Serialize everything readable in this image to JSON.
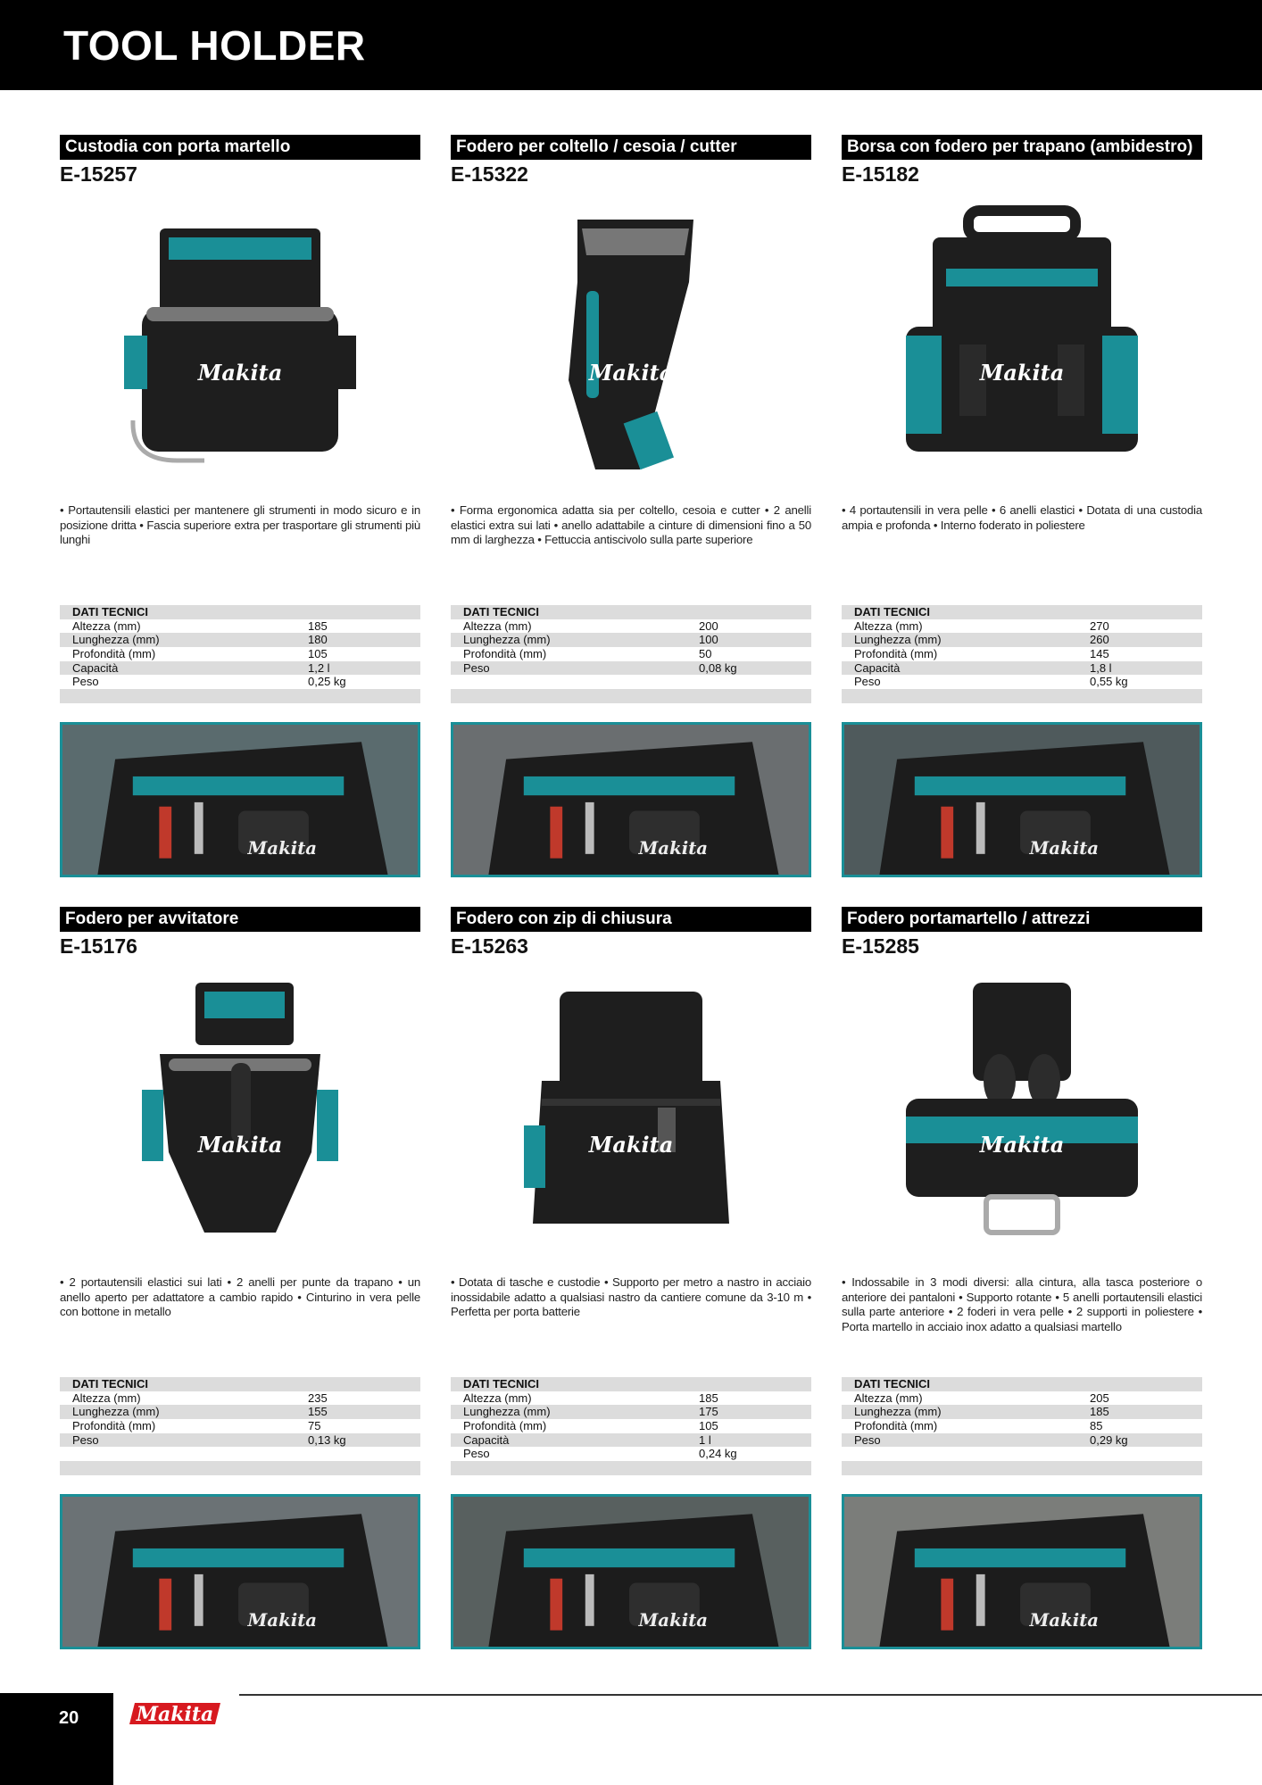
{
  "header": {
    "title": "TOOL HOLDER"
  },
  "colors": {
    "accent": "#1a8f97",
    "black": "#000000",
    "shade": "#dcdcdc",
    "brand_red": "#d7191f"
  },
  "products": [
    {
      "category": "Custodia con porta martello",
      "code": "E-15257",
      "image_icon": "tool-pouch-hammer-holder-icon",
      "description": "• Portautensili elastici per mantenere gli strumenti in modo sicuro e in posizione dritta • Fascia superiore extra per trasportare gli strumenti più lunghi",
      "spec_title": "DATI TECNICI",
      "specs": [
        {
          "label": "Altezza (mm)",
          "value": "185"
        },
        {
          "label": "Lunghezza (mm)",
          "value": "180"
        },
        {
          "label": "Profondità (mm)",
          "value": "105"
        },
        {
          "label": "Capacità",
          "value": "1,2 l"
        },
        {
          "label": "Peso",
          "value": "0,25 kg"
        }
      ]
    },
    {
      "category": "Fodero per coltello / cesoia / cutter",
      "code": "E-15322",
      "image_icon": "knife-holster-icon",
      "description": "• Forma ergonomica adatta sia per coltello, cesoia e cutter • 2 anelli elastici extra sui lati • anello adattabile a cinture di dimensioni fino a 50 mm di larghezza • Fettuccia antiscivolo sulla parte superiore",
      "spec_title": "DATI TECNICI",
      "specs": [
        {
          "label": "Altezza (mm)",
          "value": "200"
        },
        {
          "label": "Lunghezza (mm)",
          "value": "100"
        },
        {
          "label": "Profondità (mm)",
          "value": "50"
        },
        {
          "label": "Peso",
          "value": "0,08 kg"
        }
      ]
    },
    {
      "category": "Borsa con fodero per trapano (ambidestro)",
      "code": "E-15182",
      "image_icon": "drill-holster-bag-icon",
      "description": "• 4 portautensili in vera pelle • 6 anelli elastici • Dotata di una custodia ampia e profonda • Interno foderato in poliestere",
      "spec_title": "DATI TECNICI",
      "specs": [
        {
          "label": "Altezza (mm)",
          "value": "270"
        },
        {
          "label": "Lunghezza (mm)",
          "value": "260"
        },
        {
          "label": "Profondità (mm)",
          "value": "145"
        },
        {
          "label": "Capacità",
          "value": "1,8 l"
        },
        {
          "label": "Peso",
          "value": "0,55 kg"
        }
      ]
    },
    {
      "category": "Fodero per avvitatore",
      "code": "E-15176",
      "image_icon": "impact-driver-holster-icon",
      "description": "• 2 portautensili elastici sui lati • 2 anelli per punte da trapano • un anello aperto per adattatore a cambio rapido • Cinturino in vera pelle con bottone in metallo",
      "spec_title": "DATI TECNICI",
      "specs": [
        {
          "label": "Altezza (mm)",
          "value": "235"
        },
        {
          "label": "Lunghezza (mm)",
          "value": "155"
        },
        {
          "label": "Profondità (mm)",
          "value": "75"
        },
        {
          "label": "Peso",
          "value": "0,13 kg"
        }
      ]
    },
    {
      "category": "Fodero con zip di chiusura",
      "code": "E-15263",
      "image_icon": "zip-pouch-icon",
      "description": "• Dotata di tasche e custodie • Supporto per metro a nastro in acciaio inossidabile adatto a qualsiasi nastro da cantiere comune da 3-10 m • Perfetta per porta batterie",
      "spec_title": "DATI TECNICI",
      "specs": [
        {
          "label": "Altezza (mm)",
          "value": "185"
        },
        {
          "label": "Lunghezza (mm)",
          "value": "175"
        },
        {
          "label": "Profondità (mm)",
          "value": "105"
        },
        {
          "label": "Capacità",
          "value": "1 l"
        },
        {
          "label": "Peso",
          "value": "0,24 kg"
        }
      ]
    },
    {
      "category": "Fodero portamartello / attrezzi",
      "code": "E-15285",
      "image_icon": "hammer-tool-holster-icon",
      "description": "• Indossabile in 3 modi diversi: alla cintura, alla tasca posteriore o anteriore dei pantaloni • Supporto rotante • 5 anelli portautensili elastici sulla parte anteriore • 2 foderi in vera pelle • 2 supporti in poliestere • Porta martello in acciaio inox adatto a qualsiasi martello",
      "spec_title": "DATI TECNICI",
      "specs": [
        {
          "label": "Altezza (mm)",
          "value": "205"
        },
        {
          "label": "Lunghezza (mm)",
          "value": "185"
        },
        {
          "label": "Profondità (mm)",
          "value": "85"
        },
        {
          "label": "Peso",
          "value": "0,29 kg"
        }
      ]
    }
  ],
  "footer": {
    "page_number": "20",
    "logo_icon": "makita-logo"
  }
}
